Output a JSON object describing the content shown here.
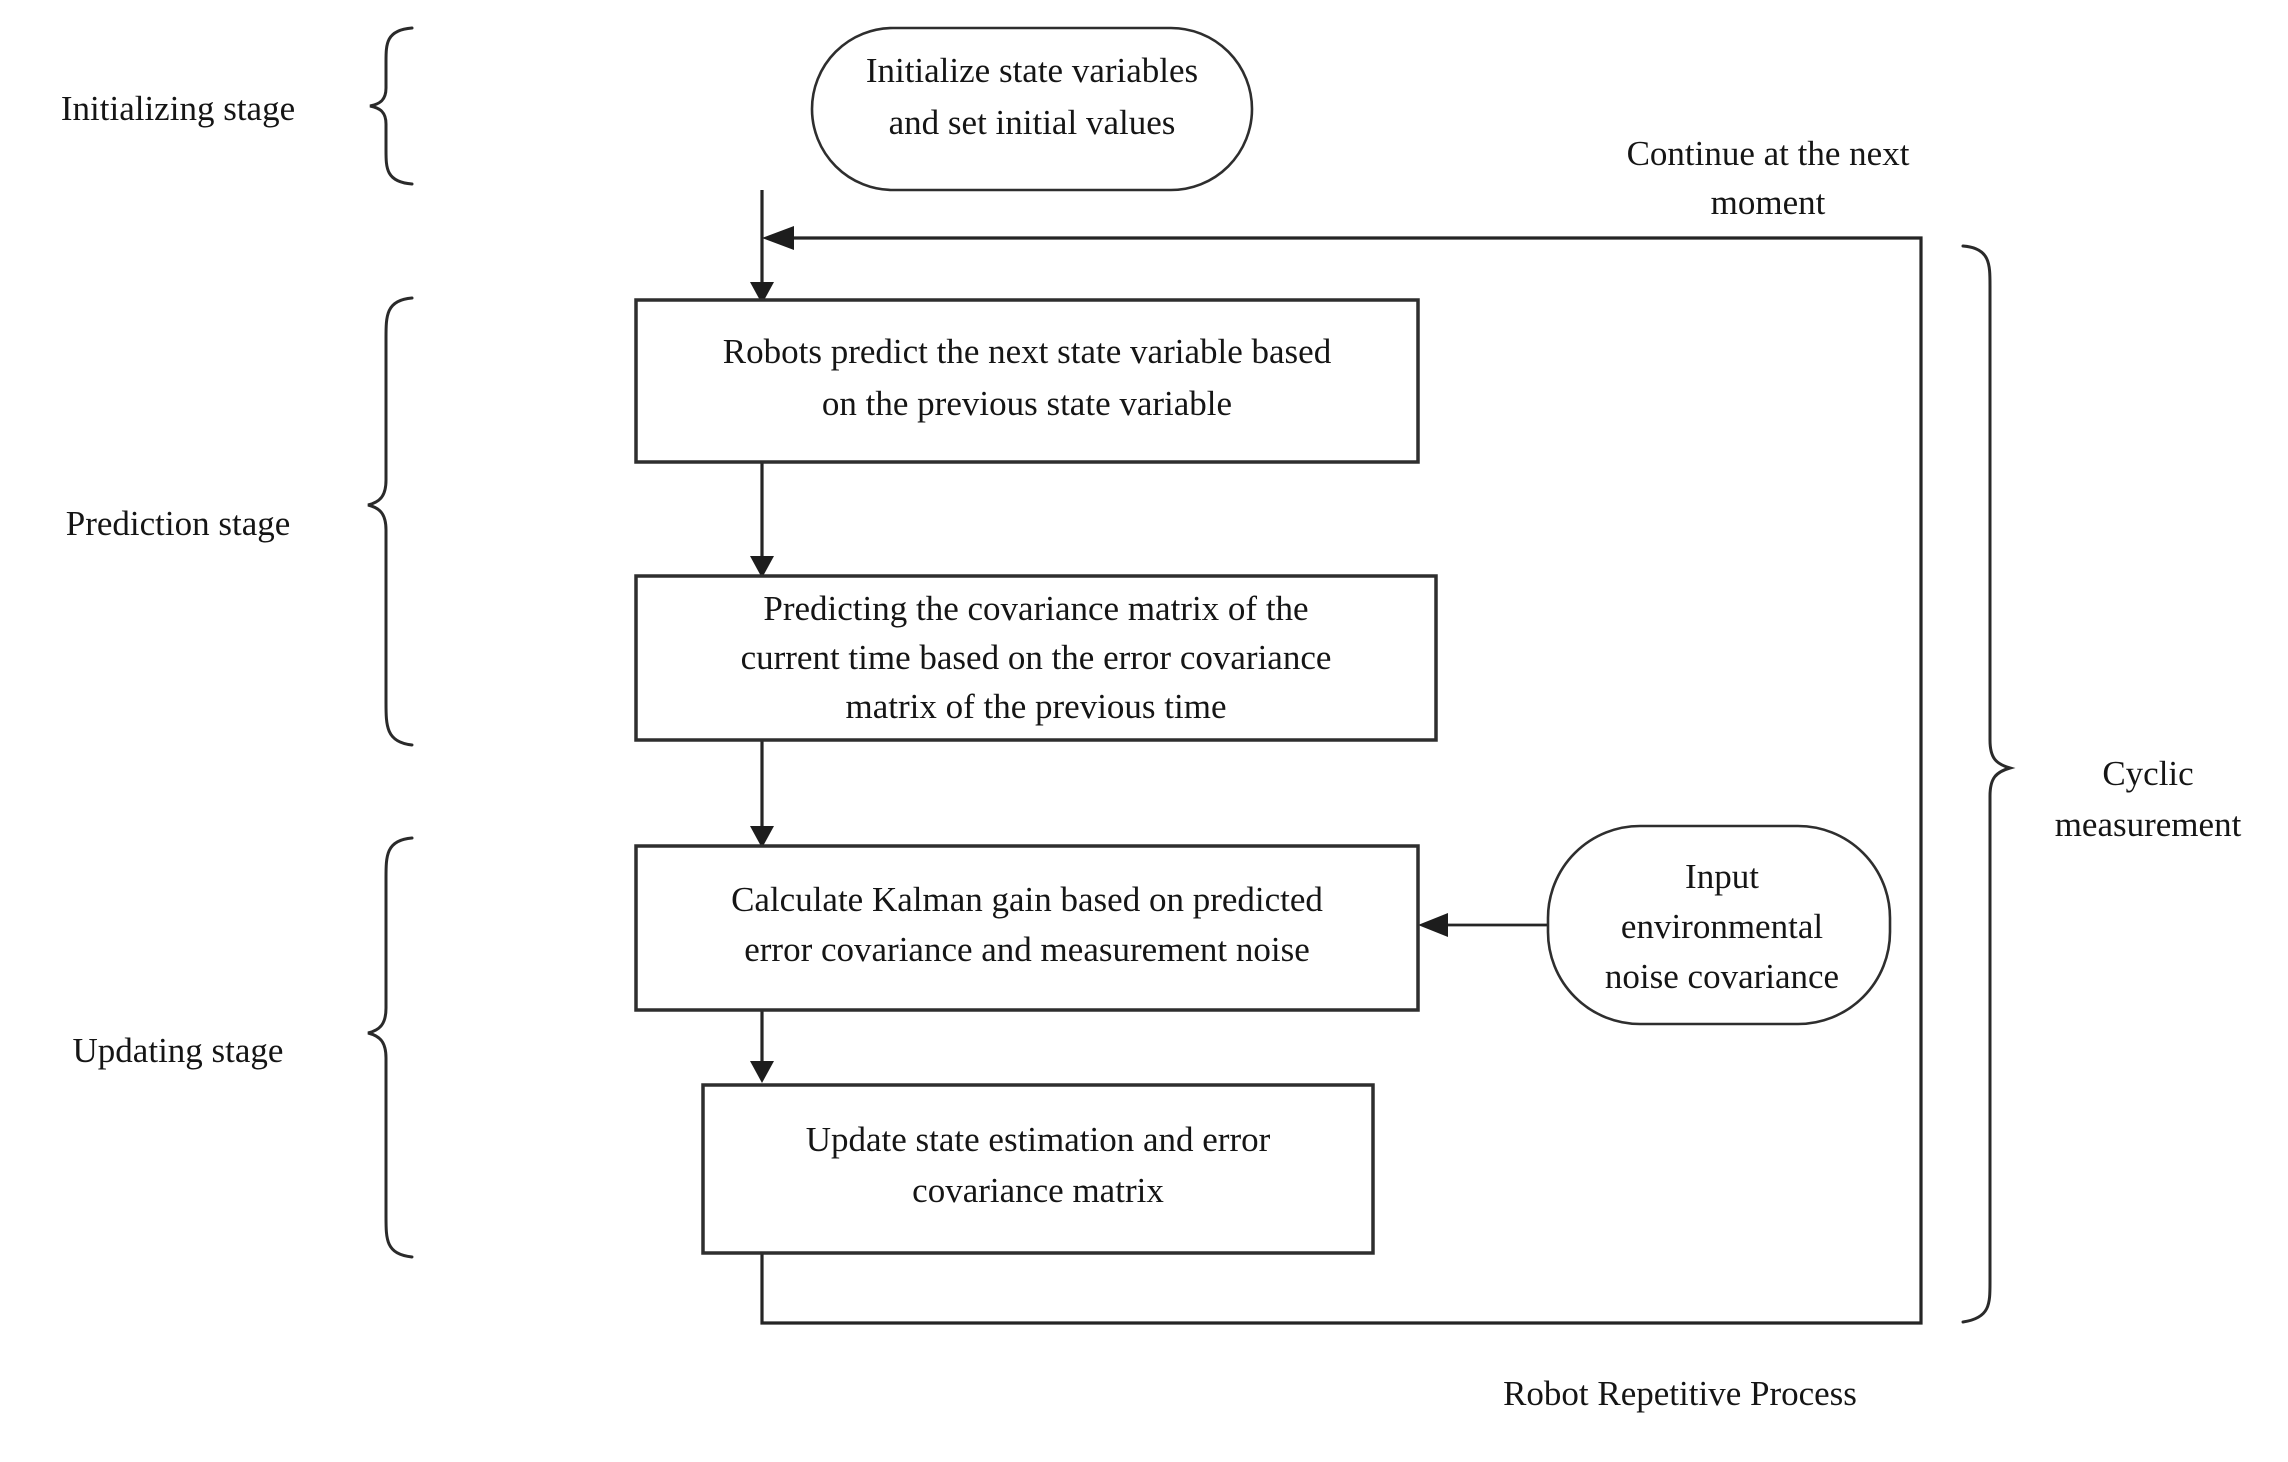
{
  "diagram": {
    "title_caption": "Robot Repetitive Process",
    "stroke_color": "#2e2e2e",
    "text_color": "#151515",
    "background_color": "#ffffff"
  },
  "stage_labels": [
    {
      "id": "initializing",
      "text": "Initializing stage"
    },
    {
      "id": "prediction",
      "text": "Prediction stage"
    },
    {
      "id": "updating",
      "text": "Updating stage"
    }
  ],
  "right_label": {
    "line1": "Cyclic",
    "line2": "measurement"
  },
  "nodes": {
    "start": {
      "shape": "stadium",
      "line1": "Initialize state variables",
      "line2": "and set initial values"
    },
    "predict_state": {
      "shape": "rect",
      "line1": "Robots predict the next state variable based",
      "line2": "on the previous state variable"
    },
    "predict_cov": {
      "shape": "rect",
      "line1": "Predicting the covariance matrix of the",
      "line2": "current time based on the error covariance",
      "line3": "matrix of the previous time"
    },
    "kalman_gain": {
      "shape": "rect",
      "line1": "Calculate Kalman gain based on predicted",
      "line2": "error covariance and measurement noise"
    },
    "update_state": {
      "shape": "rect",
      "line1": "Update state estimation and error",
      "line2": "covariance matrix"
    },
    "noise_input": {
      "shape": "rounded",
      "line1": "Input",
      "line2": "environmental",
      "line3": "noise covariance"
    }
  },
  "edge_labels": {
    "feedback_line1": "Continue at the next",
    "feedback_line2": "moment"
  }
}
